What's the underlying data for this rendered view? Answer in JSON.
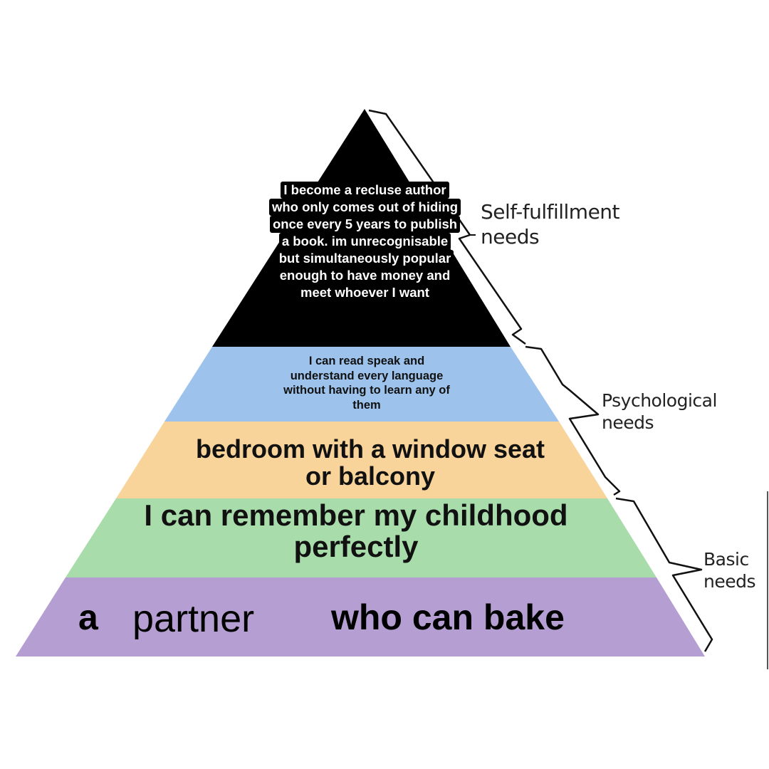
{
  "tiers": {
    "top": {
      "color": "#000000",
      "lines": [
        "I become a recluse author",
        "who only comes out of hiding",
        "once every 5 years to publish",
        "a book. im unrecognisable",
        "but simultaneously popular",
        "enough to have money and",
        "meet whoever I want"
      ]
    },
    "blue": {
      "color": "#9dc3ec",
      "lines": [
        "I can read speak and",
        "understand every language",
        "without having to learn any of",
        "them"
      ]
    },
    "tan": {
      "color": "#f8d39a",
      "lines": [
        "bedroom with a window seat",
        "or balcony"
      ]
    },
    "green": {
      "color": "#a9dcab",
      "lines": [
        "I can remember my childhood",
        "perfectly"
      ]
    },
    "purple": {
      "color": "#b59fd2",
      "words": [
        "a",
        "partner",
        "who can bake"
      ]
    }
  },
  "brackets": {
    "self_fulfillment": [
      "Self-fulfillment",
      "needs"
    ],
    "psychological": [
      "Psychological",
      "needs"
    ],
    "basic": [
      "Basic",
      "needs"
    ]
  }
}
